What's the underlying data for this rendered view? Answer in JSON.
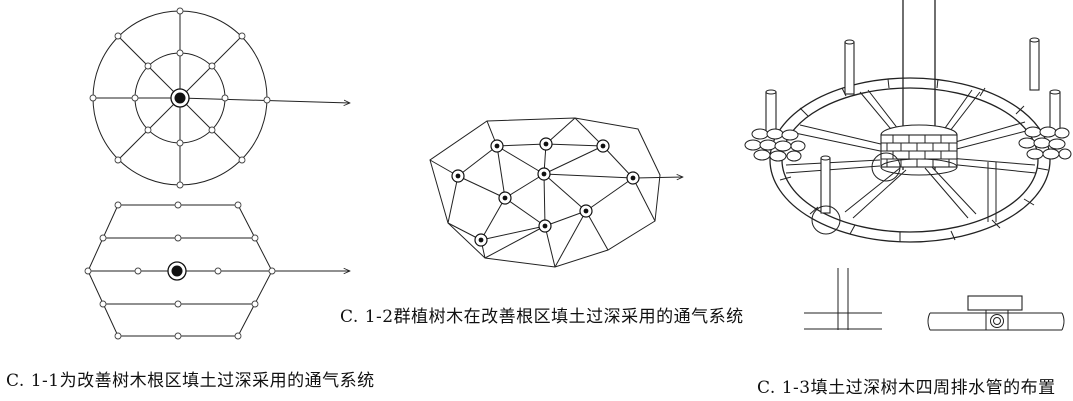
{
  "captions": {
    "fig1": "C. 1-1为改善树木根区填土过深采用的通气系统",
    "fig2": "C. 1-2群植树木在改善根区填土过深采用的通气系统",
    "fig3": "C. 1-3填土过深树木四周排水管的布置"
  }
}
